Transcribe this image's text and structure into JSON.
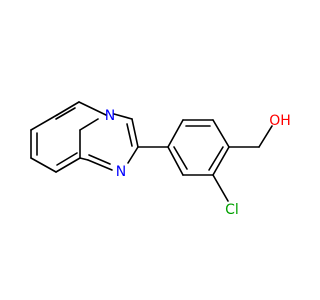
{
  "molecule": {
    "labels": {
      "n_bridge": "N",
      "n_ring": "N",
      "chlorine": "Cl",
      "hydroxyl": "OH"
    },
    "colors": {
      "bond": "#000000",
      "nitrogen": "#0000ff",
      "chlorine": "#00a000",
      "oxygen": "#ff0000"
    }
  }
}
